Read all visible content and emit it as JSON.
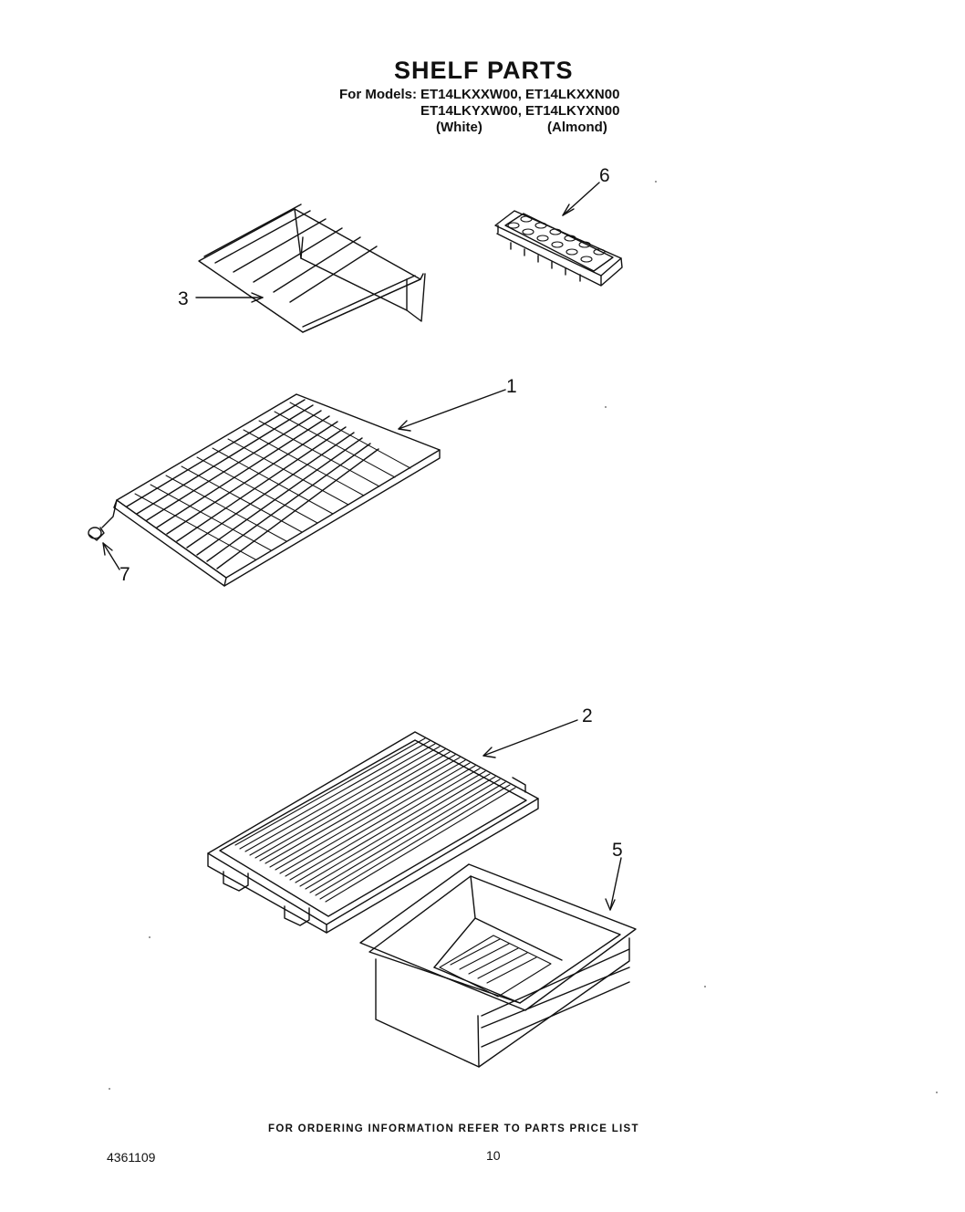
{
  "header": {
    "title": "SHELF PARTS",
    "models_prefix": "For Models:",
    "models_line1": "ET14LKXXW00, ET14LKXXN00",
    "models_line2": "ET14LKYXW00, ET14LKYXN00",
    "color_white": "(White)",
    "color_almond": "(Almond)"
  },
  "callouts": {
    "c1": "1",
    "c2": "2",
    "c3": "3",
    "c5": "5",
    "c6": "6",
    "c7": "7"
  },
  "footer": {
    "ordering_note": "FOR ORDERING INFORMATION REFER TO PARTS PRICE LIST",
    "doc_number": "4361109",
    "page_number": "10"
  },
  "colors": {
    "ink": "#111111",
    "paper": "#ffffff"
  }
}
